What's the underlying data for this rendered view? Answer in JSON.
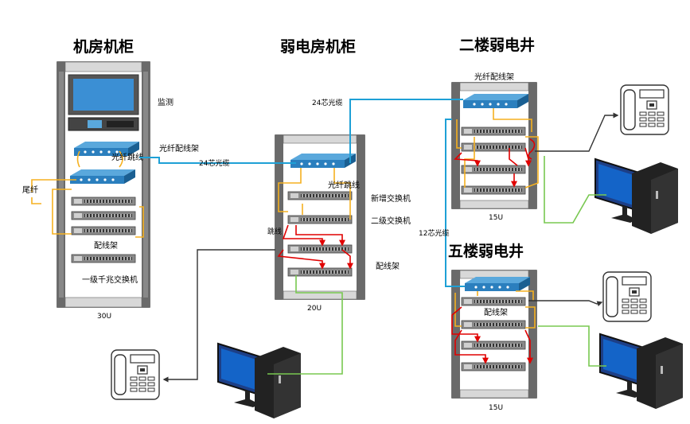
{
  "titles": {
    "main_room": "机房机柜",
    "weak_room": "弱电房机柜",
    "floor2": "二楼弱电井",
    "floor5": "五楼弱电井"
  },
  "labels": {
    "monitor": "监测",
    "fiber_patch_panel_main": "光纤配线架",
    "fiber_jumper_main": "光纤跳线",
    "pigtail": "尾纤",
    "patch_panel_main": "配线架",
    "core_switch": "一级千兆交换机",
    "cable_24_main": "24芯光缆",
    "cable_24_top": "24芯光缆",
    "fiber_jumper_weak": "光纤跳线",
    "new_switch": "新增交换机",
    "level2_switch": "二级交换机",
    "jumper": "跳线",
    "patch_panel_weak": "配线架",
    "fiber_patch_panel_f2": "光纤配线架",
    "cable_12": "12芯光缆",
    "patch_panel_f5": "配线架"
  },
  "capacities": {
    "main": "30U",
    "weak": "20U",
    "f2": "15U",
    "f5": "15U"
  },
  "colors": {
    "fiber": "#1ea0d6",
    "jumper": "#f5b120",
    "red": "#e00000",
    "green": "#78c850",
    "dark": "#333333",
    "rack_frame": "#5a5a5a",
    "switch_blue": "#2b7fbe"
  }
}
